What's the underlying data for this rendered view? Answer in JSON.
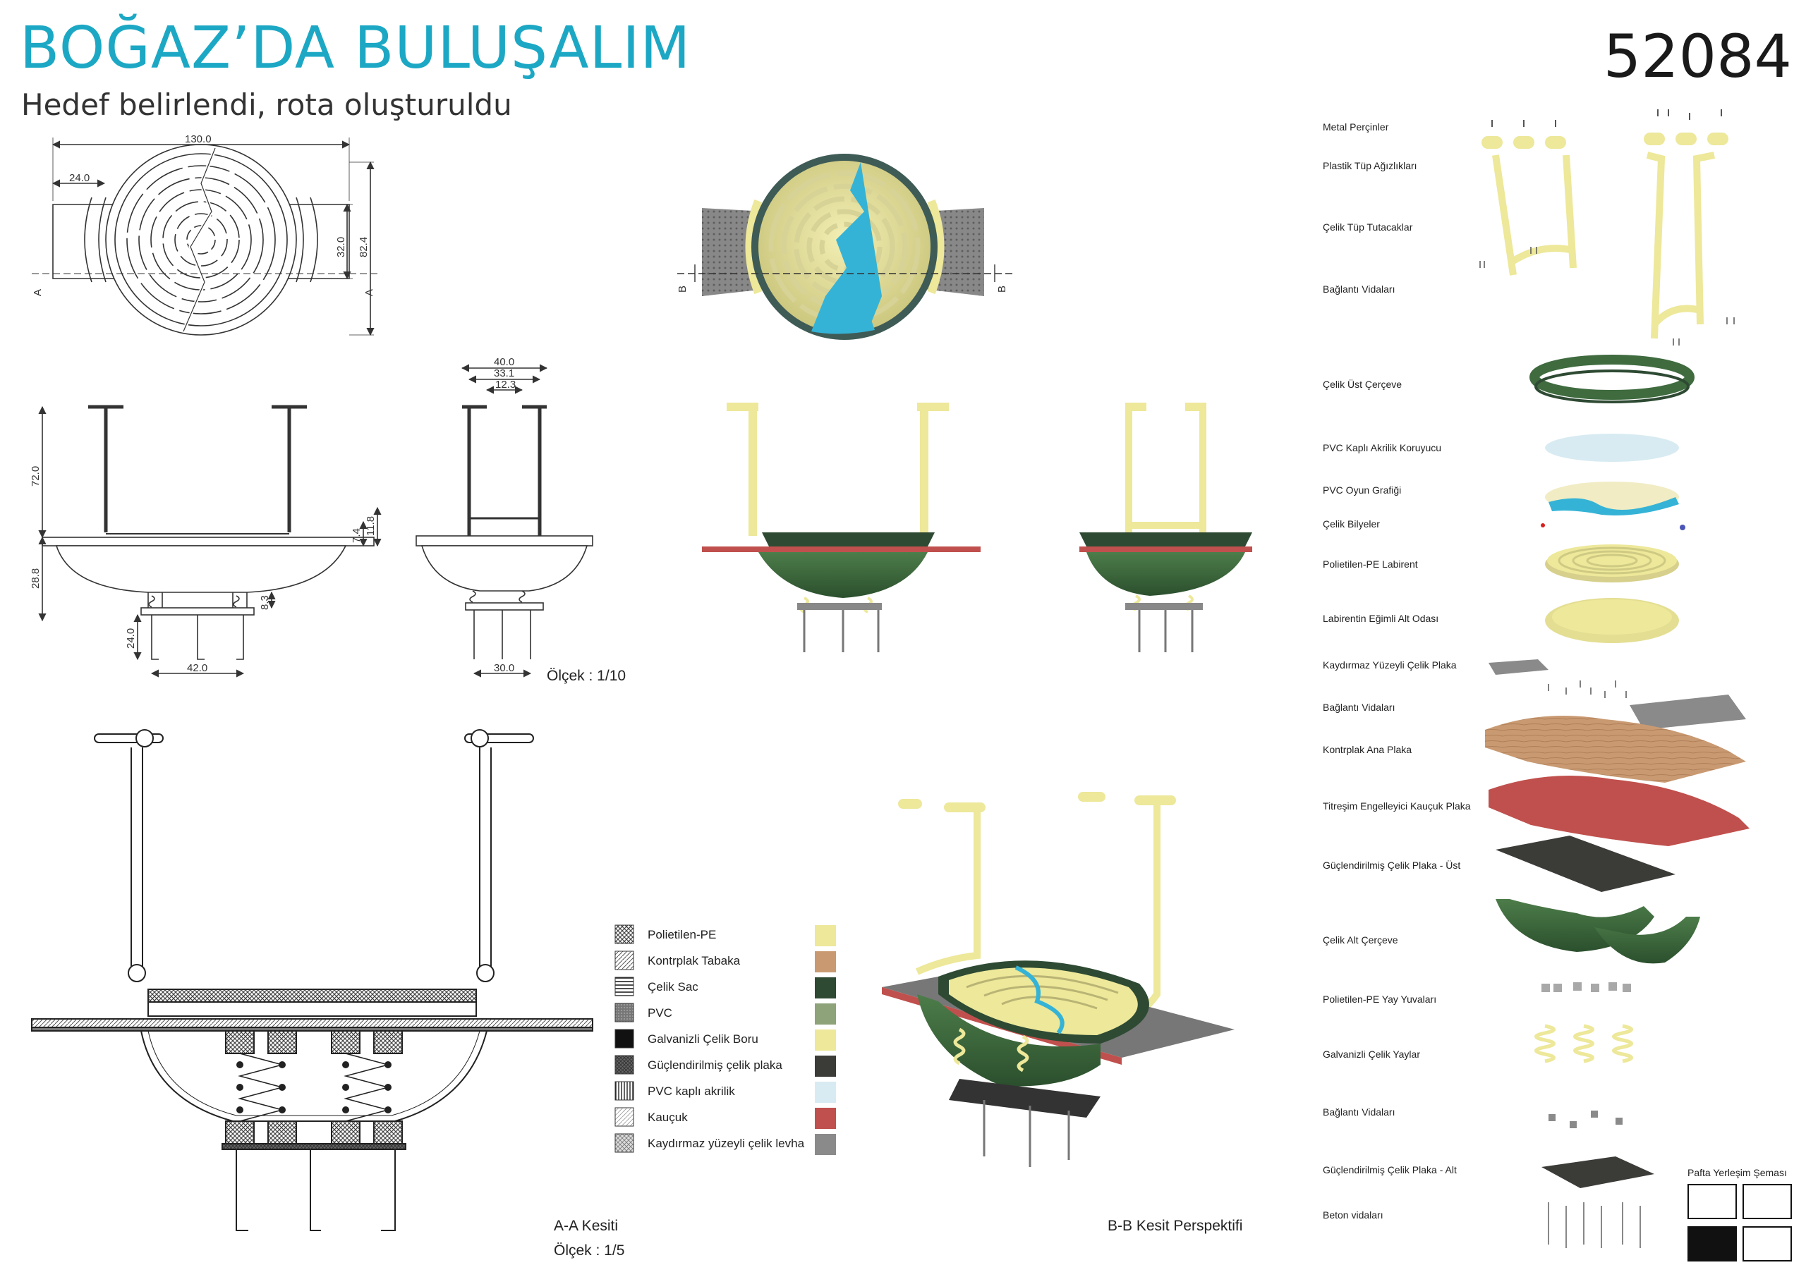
{
  "header": {
    "title": "BOĞAZ’DA BULUŞALIM",
    "subtitle": "Hedef belirlendi, rota oluşturuldu",
    "board_number": "52084"
  },
  "colors": {
    "accent": "#1ca8c4",
    "pe": "#ede89a",
    "steel_green": "#3f6b3f",
    "plywood": "#c99a72",
    "rubber": "#c0504d",
    "acrylic": "#d8ebf2",
    "water": "#35b3d6"
  },
  "dimensions": {
    "top_width": "130.0",
    "top_offset": "24.0",
    "top_h1": "32.0",
    "top_h2": "82.4",
    "section_a": "A",
    "section_b": "B",
    "front_h1": "72.0",
    "front_h2": "28.8",
    "front_h3": "7.4",
    "front_h4": "11.8",
    "front_h5": "8.3",
    "front_leg_h": "24.0",
    "front_leg_w": "42.0",
    "side_w1": "40.0",
    "side_w2": "33.1",
    "side_w3": "12.3",
    "side_leg_w": "30.0"
  },
  "scales": {
    "elevations": "Ölçek : 1/10",
    "section_title": "A-A Kesiti",
    "section_scale": "Ölçek : 1/5",
    "perspective_title": "B-B Kesit Perspektifi"
  },
  "legend": [
    {
      "label": "Polietilen-PE",
      "pattern": "pat-pe",
      "color": "#ede89a"
    },
    {
      "label": "Kontrplak Tabaka",
      "pattern": "pat-ply",
      "color": "#c99a72"
    },
    {
      "label": "Çelik Sac",
      "pattern": "pat-sac",
      "color": "#2e4a33"
    },
    {
      "label": "PVC",
      "pattern": "pat-pvc",
      "color": "#8ea37a"
    },
    {
      "label": "Galvanizli Çelik Boru",
      "pattern": "pat-solid",
      "color": "#ede89a"
    },
    {
      "label": "Güçlendirilmiş çelik plaka",
      "pattern": "pat-guc",
      "color": "#3b3b38"
    },
    {
      "label": "PVC kaplı akrilik",
      "pattern": "pat-akr",
      "color": "#d8ebf2"
    },
    {
      "label": "Kauçuk",
      "pattern": "pat-kau",
      "color": "#c0504d"
    },
    {
      "label": "Kaydırmaz yüzeyli çelik levha",
      "pattern": "pat-kay",
      "color": "#8a8a8a"
    }
  ],
  "parts": [
    "Metal Perçinler",
    "Plastik Tüp Ağızlıkları",
    "Çelik Tüp Tutacaklar",
    "Bağlantı Vidaları",
    "Çelik Üst Çerçeve",
    "PVC Kaplı Akrilik Koruyucu",
    "PVC Oyun Grafiği",
    "Çelik Bilyeler",
    "Polietilen-PE Labirent",
    "Labirentin Eğimli Alt Odası",
    "Kaydırmaz Yüzeyli  Çelik Plaka",
    "Bağlantı Vidaları",
    "Kontrplak Ana Plaka",
    "Titreşim Engelleyici Kauçuk Plaka",
    "Güçlendirilmiş Çelik Plaka - Üst",
    "Çelik Alt Çerçeve",
    "Polietilen-PE Yay Yuvaları",
    "Galvanizli Çelik Yaylar",
    "Bağlantı Vidaları",
    "Güçlendirilmiş Çelik Plaka - Alt",
    "Beton vidaları"
  ],
  "pafta": {
    "title": "Pafta Yerleşim Şeması",
    "cells": [
      false,
      false,
      true,
      false
    ]
  }
}
